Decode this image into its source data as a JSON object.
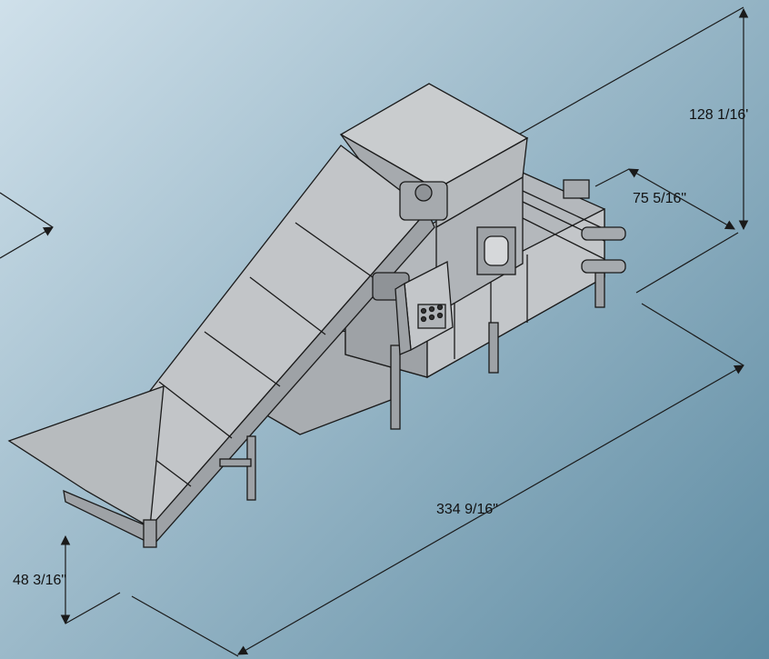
{
  "dimensions": {
    "overall_height": "128 1/16'",
    "overall_width": "75 5/16\"",
    "overall_length": "334 9/16\"",
    "infeed_height": "48 3/16\""
  },
  "colors": {
    "background_light": "#cfe0ea",
    "background_dark": "#5f8ca3",
    "machine_fill": "#b9bcbf",
    "machine_shade": "#9ea2a6",
    "line": "#1a1a1a"
  },
  "icons": [
    "hopper-icon",
    "conveyor-icon",
    "control-panel-icon",
    "motor-icon"
  ]
}
